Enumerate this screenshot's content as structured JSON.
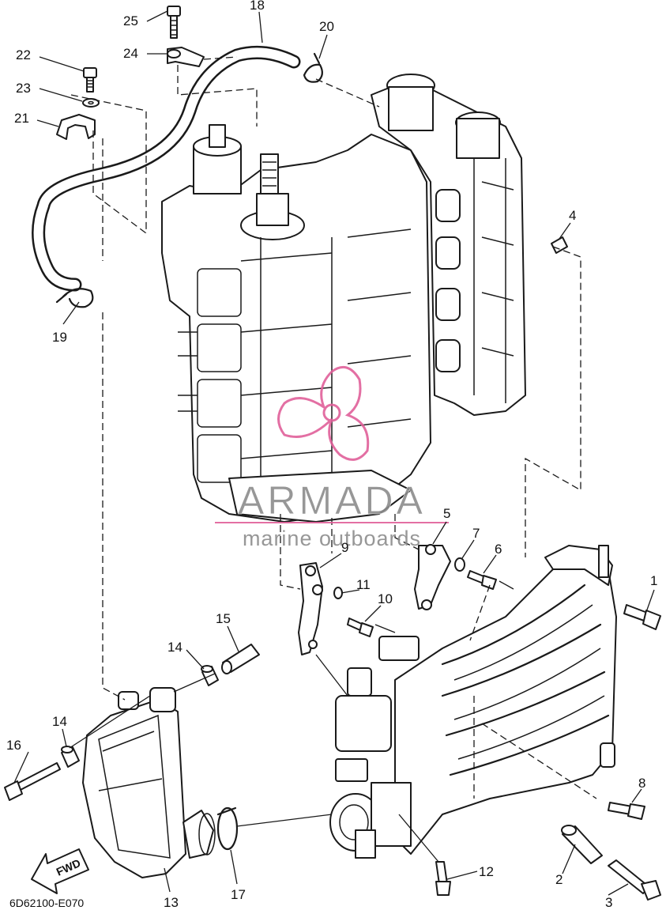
{
  "diagram_code": "6D62100-E070",
  "watermark": {
    "brand": "ARMADA",
    "tagline": "marine outboards",
    "brand_color": "#8c8c8c",
    "accent_color": "#e0609a"
  },
  "direction_arrow": {
    "label": "FWD"
  },
  "callouts": [
    "1",
    "2",
    "3",
    "4",
    "5",
    "6",
    "7",
    "8",
    "9",
    "10",
    "11",
    "12",
    "13",
    "14",
    "14",
    "15",
    "16",
    "17",
    "18",
    "19",
    "20",
    "21",
    "22",
    "23",
    "24",
    "25"
  ],
  "colors": {
    "line": "#1a1a1a",
    "background": "#ffffff"
  }
}
